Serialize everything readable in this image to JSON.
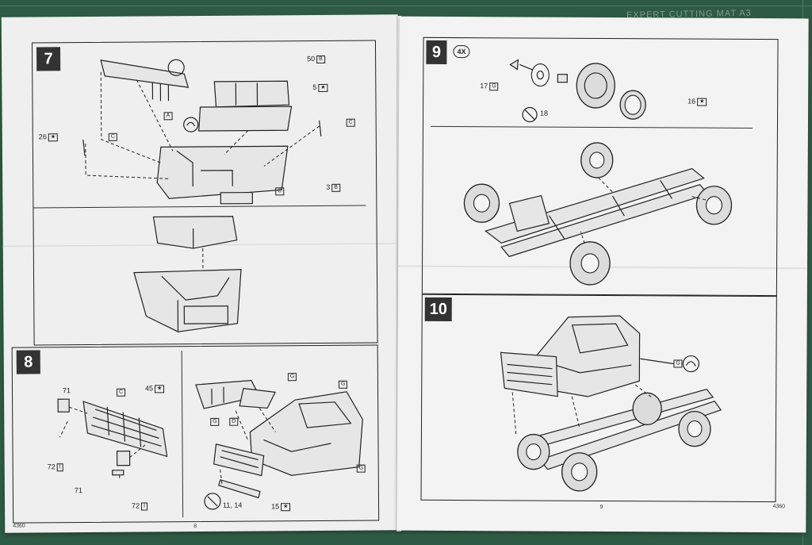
{
  "background": {
    "mat_color": "#2f5a45",
    "mat_text": "EXPERT CUTTING MAT A3"
  },
  "left_page": {
    "catalog_no": "4360",
    "page_no": "8",
    "step7": {
      "number": "7",
      "labels": [
        {
          "text": "50",
          "code": "B"
        },
        {
          "text": "5",
          "code": "★"
        },
        {
          "text": "26",
          "code": "★"
        },
        {
          "text": "",
          "code": "C"
        },
        {
          "text": "",
          "code": "C"
        },
        {
          "text": "",
          "code": "A"
        },
        {
          "text": "3",
          "code": "B"
        },
        {
          "text": "",
          "code": "C"
        }
      ]
    },
    "step8": {
      "number": "8",
      "labels": [
        {
          "text": "71",
          "code": ""
        },
        {
          "text": "",
          "code": "C"
        },
        {
          "text": "45",
          "code": "★"
        },
        {
          "text": "72",
          "code": "I"
        },
        {
          "text": "71",
          "code": ""
        },
        {
          "text": "72",
          "code": "I"
        },
        {
          "text": "",
          "code": "G"
        },
        {
          "text": "",
          "code": "G"
        },
        {
          "text": "",
          "code": "G"
        },
        {
          "text": "",
          "code": "D"
        },
        {
          "text": "",
          "code": "G"
        },
        {
          "text": "11, 14",
          "code": ""
        },
        {
          "text": "15",
          "code": "★"
        }
      ]
    }
  },
  "right_page": {
    "catalog_no": "4360",
    "page_no": "9",
    "step9": {
      "number": "9",
      "multiplier": "4X",
      "labels": [
        {
          "text": "17",
          "code": "G"
        },
        {
          "text": "18",
          "code": ""
        },
        {
          "text": "16",
          "code": "★"
        }
      ]
    },
    "step10": {
      "number": "10",
      "labels": [
        {
          "text": "",
          "code": "G"
        }
      ]
    }
  }
}
